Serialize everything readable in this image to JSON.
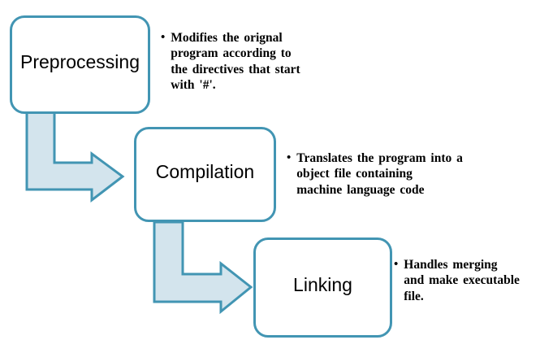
{
  "diagram": {
    "bullet_char": "•",
    "colors": {
      "box_border": "#4295B3",
      "arrow_fill": "#D3E4ED",
      "arrow_border": "#4295B3",
      "box_fill": "#FFFFFF",
      "text": "#000000"
    },
    "steps": [
      {
        "label": "Preprocessing",
        "description": "Modifies the orignal\nprogram according to\nthe directives that start\nwith '#'."
      },
      {
        "label": "Compilation",
        "description": "Translates the program into a\nobject file containing\nmachine language code"
      },
      {
        "label": "Linking",
        "description": "Handles merging\nand make executable\nfile."
      }
    ],
    "arrows": [
      {
        "from": "Preprocessing",
        "to": "Compilation"
      },
      {
        "from": "Compilation",
        "to": "Linking"
      }
    ]
  }
}
